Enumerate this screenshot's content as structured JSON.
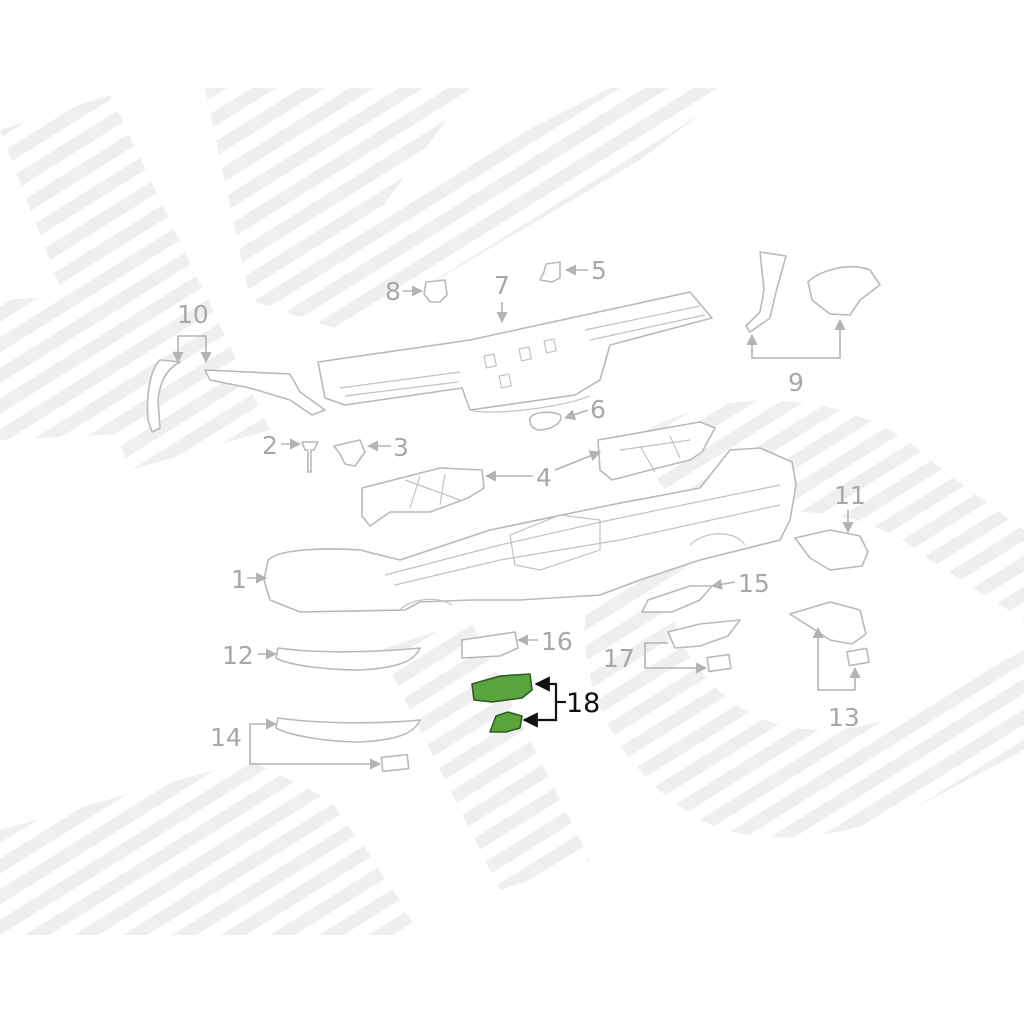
{
  "diagram": {
    "highlight_color": "#5aa43e",
    "callouts": [
      {
        "id": "1",
        "label": "1"
      },
      {
        "id": "2",
        "label": "2"
      },
      {
        "id": "3",
        "label": "3"
      },
      {
        "id": "4",
        "label": "4"
      },
      {
        "id": "5",
        "label": "5"
      },
      {
        "id": "6",
        "label": "6"
      },
      {
        "id": "7",
        "label": "7"
      },
      {
        "id": "8",
        "label": "8"
      },
      {
        "id": "9",
        "label": "9"
      },
      {
        "id": "10",
        "label": "10"
      },
      {
        "id": "11",
        "label": "11"
      },
      {
        "id": "12",
        "label": "12"
      },
      {
        "id": "13",
        "label": "13"
      },
      {
        "id": "14",
        "label": "14"
      },
      {
        "id": "15",
        "label": "15"
      },
      {
        "id": "16",
        "label": "16"
      },
      {
        "id": "17",
        "label": "17"
      },
      {
        "id": "18",
        "label": "18",
        "highlighted": true
      }
    ]
  }
}
